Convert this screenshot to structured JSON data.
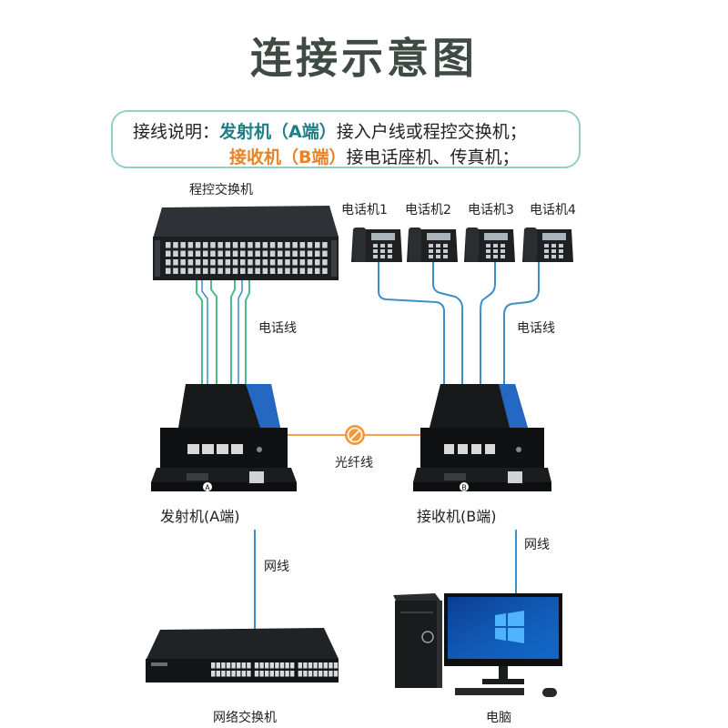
{
  "title": "连接示意图",
  "note": {
    "line1_prefix": "接线说明：",
    "line1_highlight": "发射机（A端）",
    "line1_rest": "接入户线或程控交换机；",
    "line2_highlight": "接收机（B端）",
    "line2_rest": "接电话座机、传真机；"
  },
  "labels": {
    "pbx": "程控交换机",
    "phone_line_left": "电话线",
    "phone_line_right": "电话线",
    "fiber": "光纤线",
    "transmitter": "发射机(A端)",
    "receiver": "接收机(B端)",
    "net_line_left": "网线",
    "net_line_right": "网线",
    "switch": "网络交换机",
    "pc": "电脑",
    "port_a": "A",
    "port_b": "B"
  },
  "phones": [
    "电话机1",
    "电话机2",
    "电话机3",
    "电话机4"
  ],
  "colors": {
    "title": "#3f4a45",
    "box_border": "#8fd0c9",
    "teal": "#1f7f86",
    "orange": "#e8832a",
    "green_wire": "#4cbc8c",
    "blue_wire": "#3d8fc6",
    "fiber": "#f0a050"
  }
}
